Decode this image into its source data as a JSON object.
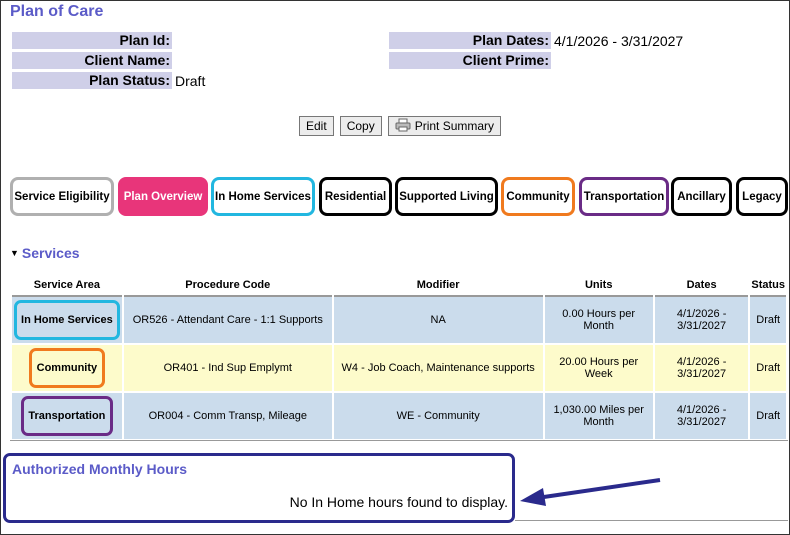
{
  "page_title": "Plan of Care",
  "header": {
    "plan_id_label": "Plan Id:",
    "plan_id_value": "",
    "client_name_label": "Client Name:",
    "client_name_value": "",
    "plan_status_label": "Plan Status:",
    "plan_status_value": "Draft",
    "plan_dates_label": "Plan Dates:",
    "plan_dates_value": "4/1/2026 - 3/31/2027",
    "client_prime_label": "Client Prime:",
    "client_prime_value": ""
  },
  "actions": {
    "edit": "Edit",
    "copy": "Copy",
    "print_summary": "Print Summary"
  },
  "tabs": [
    {
      "label": "Service Eligibility",
      "border": "#b0b0b0",
      "bg": "#ffffff",
      "fg": "#000000"
    },
    {
      "label": "Plan Overview",
      "border": "#e8357a",
      "bg": "#e8357a",
      "fg": "#ffffff"
    },
    {
      "label": "In Home Services",
      "border": "#22b7e0",
      "bg": "#ffffff",
      "fg": "#000000"
    },
    {
      "label": "Residential",
      "border": "#000000",
      "bg": "#ffffff",
      "fg": "#000000"
    },
    {
      "label": "Supported Living",
      "border": "#000000",
      "bg": "#ffffff",
      "fg": "#000000"
    },
    {
      "label": "Community",
      "border": "#f07a1e",
      "bg": "#ffffff",
      "fg": "#000000"
    },
    {
      "label": "Transportation",
      "border": "#6a2b86",
      "bg": "#ffffff",
      "fg": "#000000"
    },
    {
      "label": "Ancillary",
      "border": "#000000",
      "bg": "#ffffff",
      "fg": "#000000"
    },
    {
      "label": "Legacy",
      "border": "#000000",
      "bg": "#ffffff",
      "fg": "#000000"
    }
  ],
  "services": {
    "title": "Services",
    "columns": [
      "Service Area",
      "Procedure Code",
      "Modifier",
      "Units",
      "Dates",
      "Status"
    ],
    "rows": [
      {
        "area": "In Home Services",
        "area_border": "#22b7e0",
        "code": "OR526 - Attendant Care - 1:1 Supports",
        "modifier": "NA",
        "units": "0.00 Hours per Month",
        "dates": "4/1/2026 - 3/31/2027",
        "status": "Draft"
      },
      {
        "area": "Community",
        "area_border": "#f07a1e",
        "code": "OR401 - Ind Sup Emplymt",
        "modifier": "W4 - Job Coach, Maintenance supports",
        "units": "20.00 Hours per Week",
        "dates": "4/1/2026 - 3/31/2027",
        "status": "Draft"
      },
      {
        "area": "Transportation",
        "area_border": "#6a2b86",
        "code": "OR004 - Comm Transp, Mileage",
        "modifier": "WE - Community",
        "units": "1,030.00 Miles per Month",
        "dates": "4/1/2026 - 3/31/2027",
        "status": "Draft"
      }
    ]
  },
  "authorized": {
    "title": "Authorized Monthly Hours",
    "message": "No In Home hours found to display."
  },
  "colors": {
    "accent": "#5b5bc8",
    "header_label_bg": "#cfcfe8",
    "row_blue": "#cbdcec",
    "row_yellow": "#fdfbcb",
    "callout": "#2a2a8c"
  }
}
